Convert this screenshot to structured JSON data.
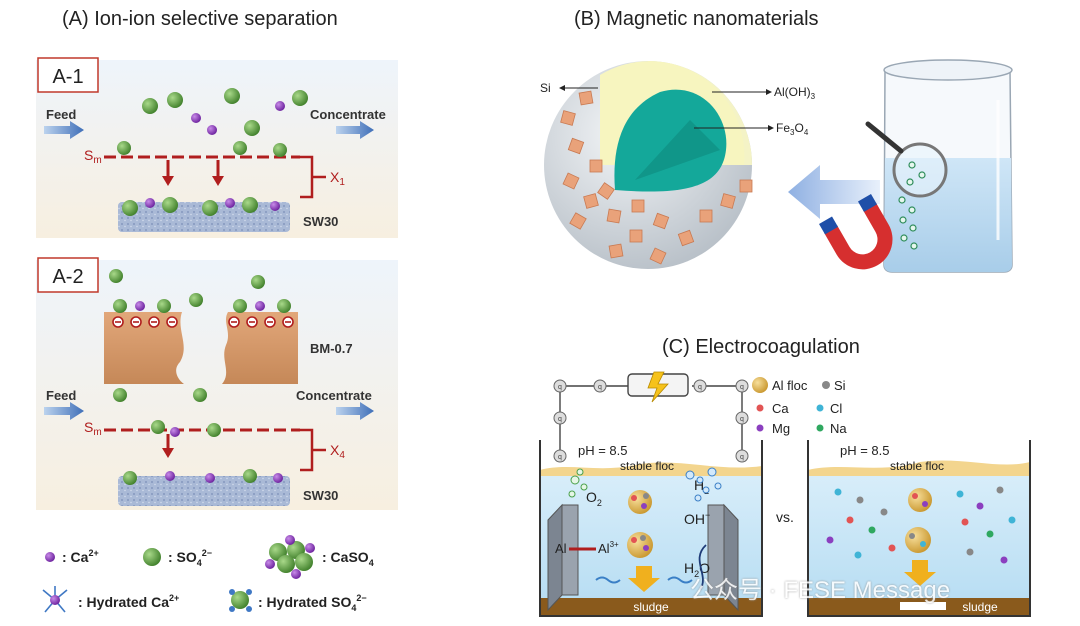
{
  "panel_a": {
    "title": "(A) Ion-ion selective separation",
    "a1": {
      "tag": "A-1",
      "feed": "Feed",
      "concentrate": "Concentrate",
      "s_label": "S",
      "s_sub": "m",
      "x_label": "X",
      "x_sub": "1",
      "membrane": "SW30"
    },
    "a2": {
      "tag": "A-2",
      "feed": "Feed",
      "concentrate": "Concentrate",
      "s_label": "S",
      "s_sub": "m",
      "x_label": "X",
      "x_sub": "4",
      "membrane_top": "BM-0.7",
      "membrane": "SW30"
    },
    "legend": {
      "ca": ": Ca",
      "ca_sup": "2+",
      "so4": ": SO",
      "so4_sub": "4",
      "so4_sup": "2−",
      "caso4": ": CaSO",
      "caso4_sub": "4",
      "hyd_ca": ": Hydrated Ca",
      "hyd_ca_sup": "2+",
      "hyd_so4": ": Hydrated SO",
      "hyd_so4_sub": "4",
      "hyd_so4_sup": "2−"
    }
  },
  "panel_b": {
    "title": "(B) Magnetic nanomaterials",
    "si": "Si",
    "aloh": "Al(OH)",
    "aloh_sub": "3",
    "fe": "Fe",
    "fe_sub1": "3",
    "fe_o": "O",
    "fe_sub2": "4"
  },
  "panel_c": {
    "title": "(C) Electrocoagulation",
    "legend": {
      "al_floc": "Al floc",
      "si": "Si",
      "ca": "Ca",
      "cl": "Cl",
      "mg": "Mg",
      "na": "Na"
    },
    "left": {
      "ph": "pH = 8.5",
      "stable_floc": "stable floc",
      "o2": "O",
      "o2_sub": "2",
      "h2": "H",
      "h2_sub": "2",
      "oh": "OH",
      "oh_sup": "−",
      "al": "Al",
      "al3": "Al",
      "al3_sup": "3+",
      "h2o": "H",
      "h2o_sub": "2",
      "h2o_o": "O",
      "sludge": "sludge"
    },
    "vs": "vs.",
    "right": {
      "ph": "pH = 8.5",
      "stable_floc": "stable floc",
      "sludge": "sludge"
    },
    "node_label": "q"
  },
  "watermark": "公众号 · FESE Message",
  "colors": {
    "ca": "#8b3fbf",
    "so4": "#5d9c3a",
    "arrow_red": "#b01e1e",
    "blue_arrow": "#3f78c4",
    "water": "#cfe9f7",
    "sludge": "#8a5a1c",
    "membrane": "#a9b9d6"
  }
}
